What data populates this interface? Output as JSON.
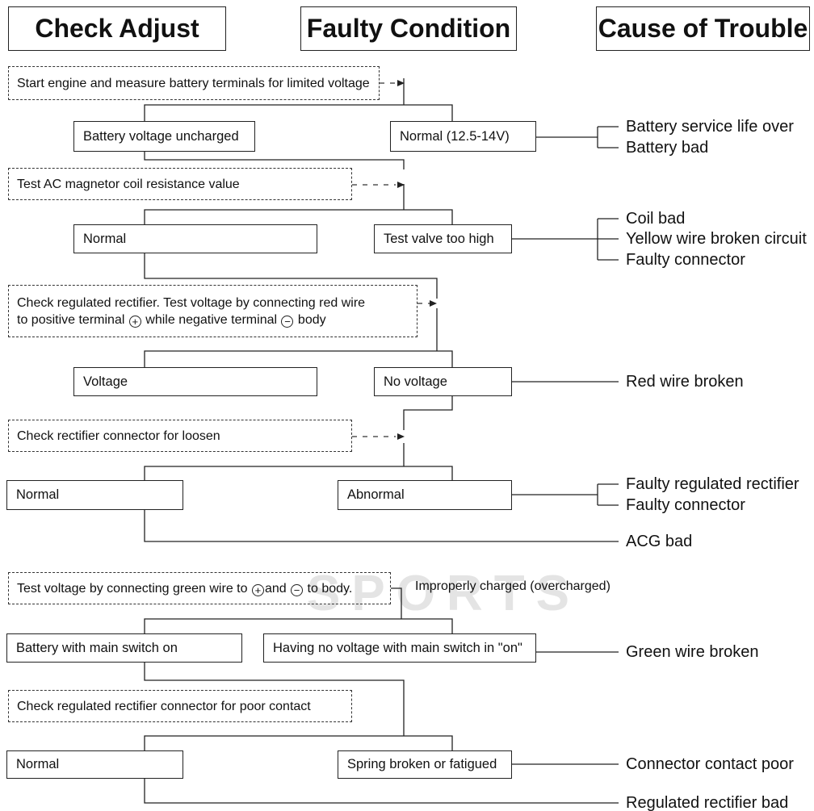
{
  "headers": {
    "check_adjust": "Check Adjust",
    "faulty_condition": "Faulty Condition",
    "cause_of_trouble": "Cause of Trouble"
  },
  "watermark": "SPORTS",
  "steps": {
    "start_engine": "Start engine and measure battery terminals for limited voltage",
    "battery_uncharged": "Battery voltage uncharged",
    "normal_voltage": "Normal (12.5-14V)",
    "test_ac_coil": "Test AC magnetor coil resistance value",
    "coil_normal": "Normal",
    "test_value_high": "Test valve too high",
    "check_rectifier_line1": "Check regulated rectifier.  Test voltage by connecting red wire",
    "check_rectifier_line2a": "to positive terminal ",
    "check_rectifier_line2b": " while negative terminal ",
    "check_rectifier_line2c": " body",
    "voltage": "Voltage",
    "no_voltage": "No voltage",
    "check_connector_loosen": "Check rectifier connector for loosen",
    "connector_normal": "Normal",
    "abnormal": "Abnormal",
    "test_green_a": "Test voltage by connecting green wire to ",
    "test_green_b": "and ",
    "test_green_c": " to body.",
    "improperly_charged": "Improperly charged (overcharged)",
    "battery_main_switch": "Battery with main switch on",
    "no_voltage_main_switch": "Having no voltage with main switch in \"on\"",
    "check_poor_contact": "Check regulated rectifier connector for poor contact",
    "final_normal": "Normal",
    "spring_broken": "Spring broken or fatigued"
  },
  "symbols": {
    "plus": "+",
    "minus": "−"
  },
  "causes": {
    "battery_life_over": "Battery service life over",
    "battery_bad": "Battery bad",
    "coil_bad": "Coil bad",
    "yellow_wire": "Yellow wire broken circuit",
    "faulty_connector_1": "Faulty connector",
    "red_wire": "Red wire broken",
    "faulty_rectifier": "Faulty regulated rectifier",
    "faulty_connector_2": "Faulty connector",
    "acg_bad": "ACG bad",
    "green_wire": "Green wire broken",
    "connector_contact_poor": "Connector contact poor",
    "rectifier_bad": "Regulated rectifier bad"
  }
}
